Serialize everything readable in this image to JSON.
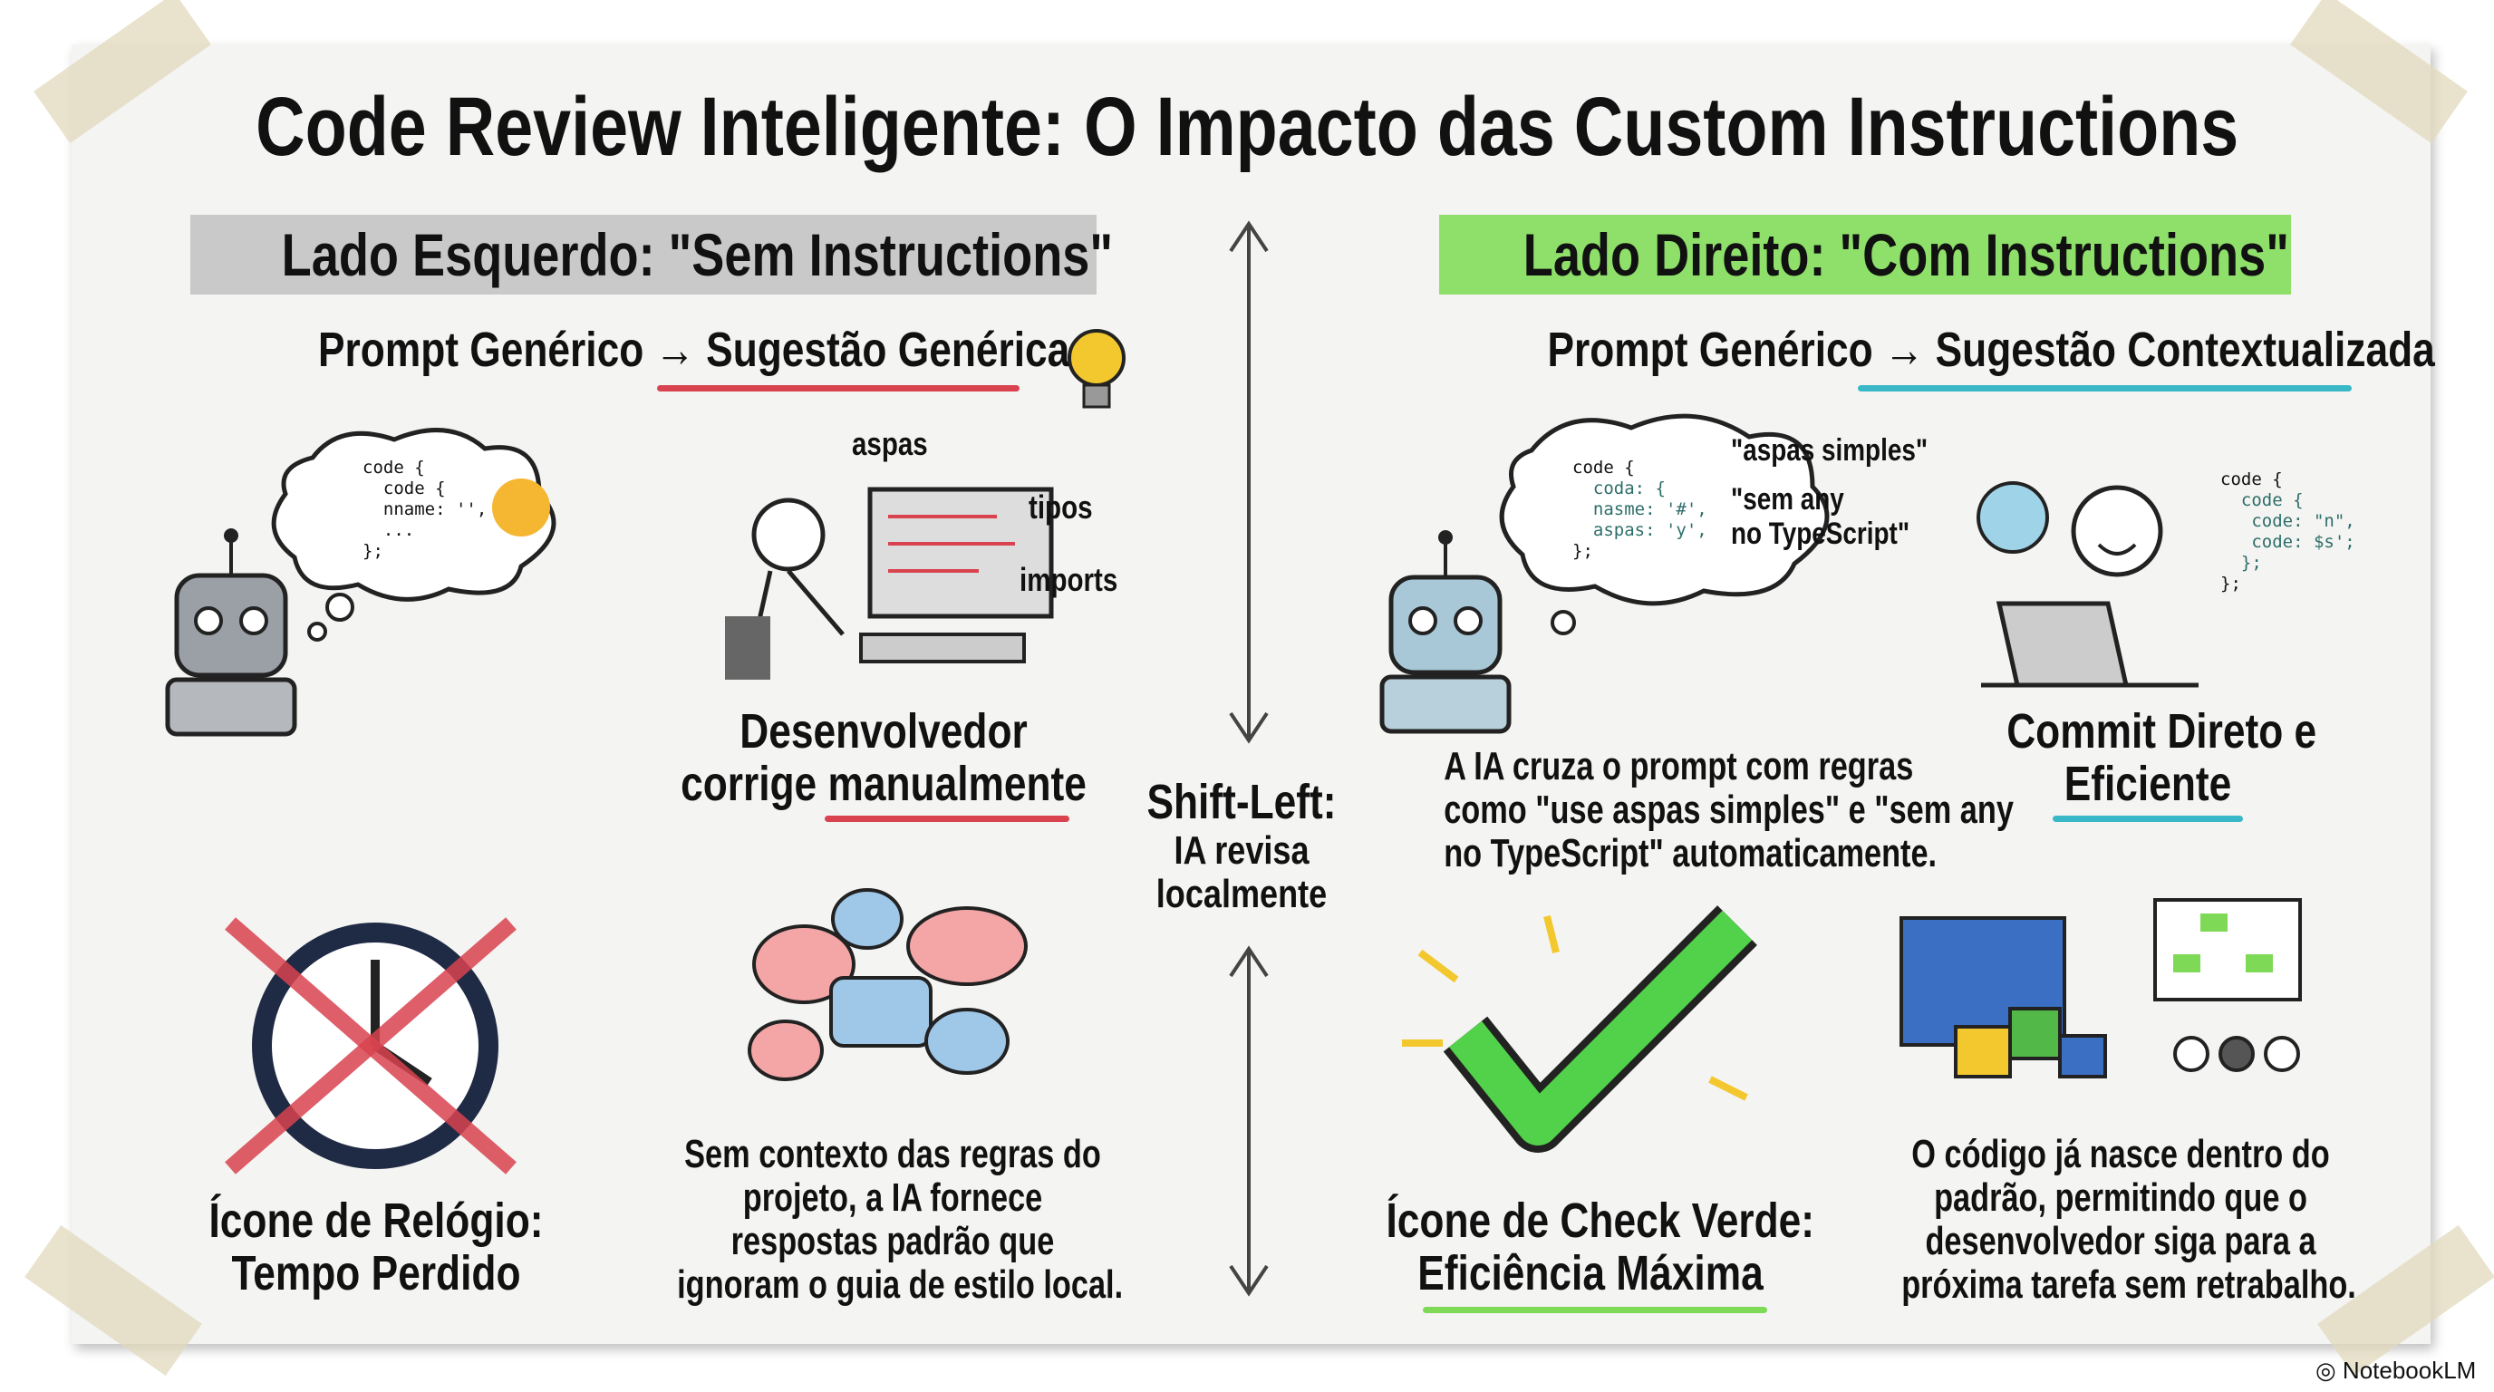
{
  "title": "Code Review Inteligente: O Impacto das Custom Instructions",
  "left": {
    "header": "Lado Esquerdo: \"Sem Instructions\"",
    "flow": {
      "from": "Prompt Genérico",
      "arrow": "→",
      "to": "Sugestão Genérica"
    },
    "robot_code": [
      "code {",
      "  code {",
      "  nname: '',",
      "  ...",
      "};"
    ],
    "dev_labels": [
      "aspas",
      "tipos",
      "imports"
    ],
    "dev_caption": [
      "Desenvolvedor",
      "corrige manualmente"
    ],
    "clock_caption": [
      "Ícone de Relógio:",
      "Tempo Perdido"
    ],
    "chat_text": [
      "Sem contexto das regras do",
      "projeto, a IA fornece",
      "respostas padrão que",
      "ignoram o guia de estilo local."
    ]
  },
  "center": {
    "lines": [
      "Shift-Left:",
      "IA revisa",
      "localmente"
    ]
  },
  "right": {
    "header": "Lado Direito: \"Com Instructions\"",
    "flow": {
      "from": "Prompt Genérico",
      "arrow": "→",
      "to": "Sugestão Contextualizada"
    },
    "robot_code": [
      "code {",
      "  coda: {",
      "  nasme: '#',",
      "  aspas: 'y',",
      "};"
    ],
    "cloud_notes": [
      "\"aspas simples\"",
      "\"sem any",
      "no TypeScript\""
    ],
    "robot_text": [
      "A IA cruza o prompt com regras",
      "como \"use aspas simples\" e \"sem any",
      "no TypeScript\" automaticamente."
    ],
    "commit_code": [
      "code {",
      "  code {",
      "   code: \"n\",",
      "   code: $s';",
      "  };",
      "};"
    ],
    "commit_caption": [
      "Commit Direto e",
      "Eficiente"
    ],
    "check_caption": [
      "Ícone de Check Verde:",
      "Eficiência Máxima"
    ],
    "team_text": [
      "O código já nasce dentro do",
      "padrão, permitindo que o",
      "desenvolvedor siga para a",
      "próxima tarefa sem retrabalho."
    ]
  },
  "brand": "NotebookLM",
  "colors": {
    "red": "#d9434f",
    "green": "#7ed957",
    "teal": "#3ab8c8",
    "yellow": "#f2c82e",
    "gray_header": "#c9c9c9"
  }
}
